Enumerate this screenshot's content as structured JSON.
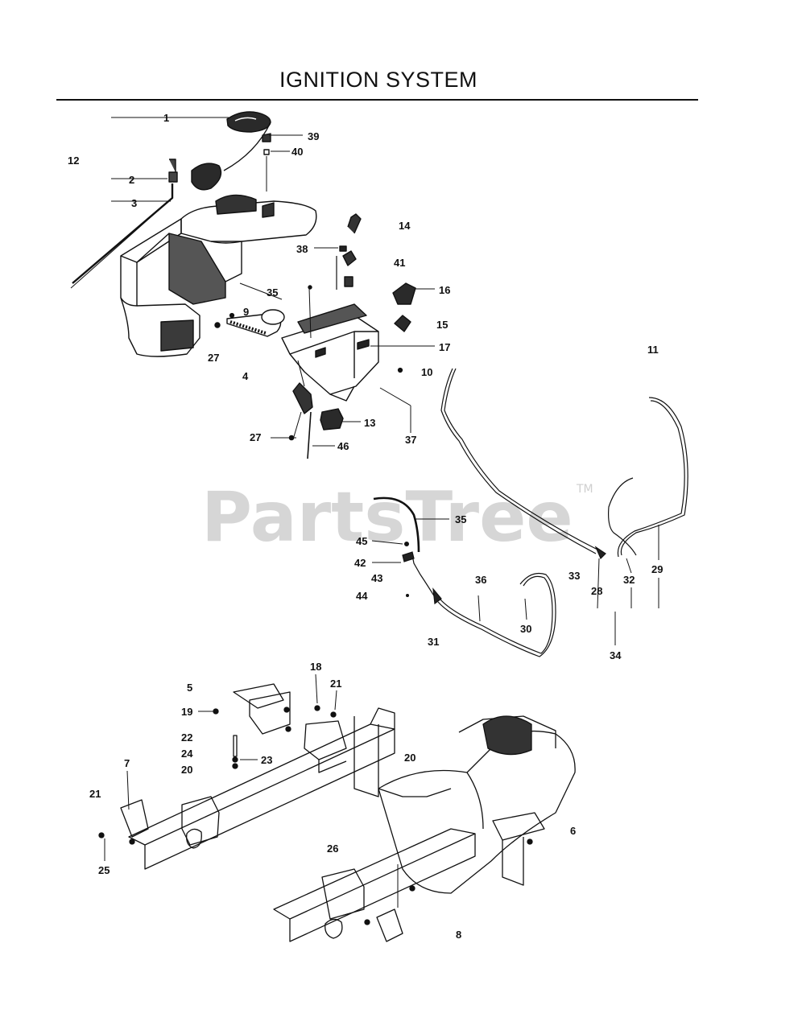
{
  "title": "IGNITION SYSTEM",
  "watermark": "PartsTree",
  "watermark_tm": "TM",
  "callouts": [
    {
      "id": "c1",
      "text": "1"
    },
    {
      "id": "c39",
      "text": "39"
    },
    {
      "id": "c40",
      "text": "40"
    },
    {
      "id": "c12",
      "text": "12"
    },
    {
      "id": "c2",
      "text": "2"
    },
    {
      "id": "c3",
      "text": "3"
    },
    {
      "id": "c14",
      "text": "14"
    },
    {
      "id": "c38",
      "text": "38"
    },
    {
      "id": "c41",
      "text": "41"
    },
    {
      "id": "c35a",
      "text": "35"
    },
    {
      "id": "c16",
      "text": "16"
    },
    {
      "id": "c9",
      "text": "9"
    },
    {
      "id": "c15",
      "text": "15"
    },
    {
      "id": "c17",
      "text": "17"
    },
    {
      "id": "c11",
      "text": "11"
    },
    {
      "id": "c27a",
      "text": "27"
    },
    {
      "id": "c10",
      "text": "10"
    },
    {
      "id": "c4",
      "text": "4"
    },
    {
      "id": "c13",
      "text": "13"
    },
    {
      "id": "c27b",
      "text": "27"
    },
    {
      "id": "c46",
      "text": "46"
    },
    {
      "id": "c37",
      "text": "37"
    },
    {
      "id": "c35b",
      "text": "35"
    },
    {
      "id": "c45",
      "text": "45"
    },
    {
      "id": "c42",
      "text": "42"
    },
    {
      "id": "c43",
      "text": "43"
    },
    {
      "id": "c44",
      "text": "44"
    },
    {
      "id": "c33",
      "text": "33"
    },
    {
      "id": "c28",
      "text": "28"
    },
    {
      "id": "c32",
      "text": "32"
    },
    {
      "id": "c29",
      "text": "29"
    },
    {
      "id": "c36",
      "text": "36"
    },
    {
      "id": "c30",
      "text": "30"
    },
    {
      "id": "c31",
      "text": "31"
    },
    {
      "id": "c34",
      "text": "34"
    },
    {
      "id": "c18",
      "text": "18"
    },
    {
      "id": "c5",
      "text": "5"
    },
    {
      "id": "c21a",
      "text": "21"
    },
    {
      "id": "c19",
      "text": "19"
    },
    {
      "id": "c22",
      "text": "22"
    },
    {
      "id": "c24",
      "text": "24"
    },
    {
      "id": "c23",
      "text": "23"
    },
    {
      "id": "c20a",
      "text": "20"
    },
    {
      "id": "c20b",
      "text": "20"
    },
    {
      "id": "c7",
      "text": "7"
    },
    {
      "id": "c21b",
      "text": "21"
    },
    {
      "id": "c6",
      "text": "6"
    },
    {
      "id": "c26",
      "text": "26"
    },
    {
      "id": "c25",
      "text": "25"
    },
    {
      "id": "c8",
      "text": "8"
    }
  ]
}
